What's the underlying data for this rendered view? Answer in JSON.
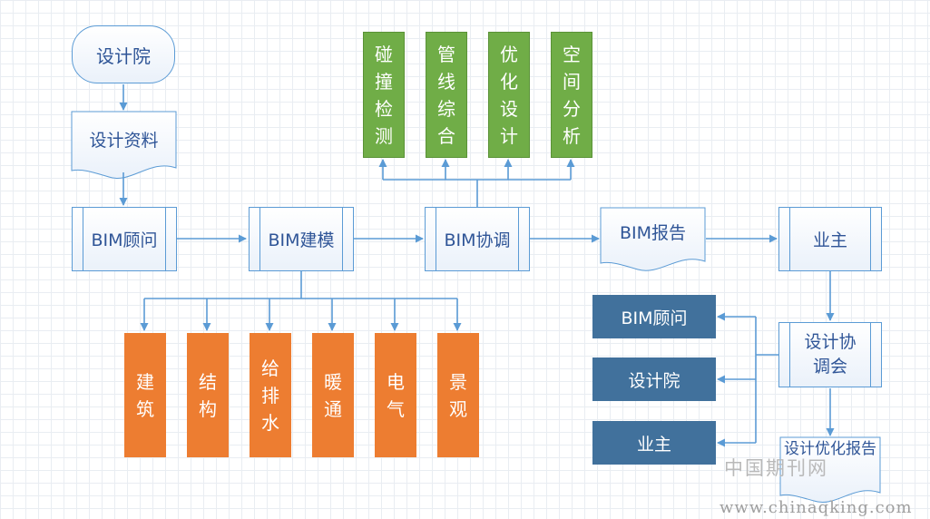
{
  "flow": {
    "design_institute_top": "设计院",
    "design_data": "设计资料",
    "bim_consultant": "BIM顾问",
    "bim_modeling": "BIM建模",
    "bim_coordination": "BIM协调",
    "bim_report": "BIM报告",
    "owner": "业主",
    "design_coord_meeting": "设计协调会",
    "design_opt_report": "设计优化报告"
  },
  "analysis": [
    "碰撞检测",
    "管线综合",
    "优化设计",
    "空间分析"
  ],
  "disciplines": [
    "建筑",
    "结构",
    "给排水",
    "暖通",
    "电气",
    "景观"
  ],
  "participants": [
    "BIM顾问",
    "设计院",
    "业主"
  ],
  "colors": {
    "line": "#5b9bd5",
    "green": "#70ad47",
    "orange": "#ed7d31",
    "navy": "#41719c",
    "text_blue": "#2f5597"
  },
  "watermark": {
    "cn": "中国期刊网",
    "url": "www.chinaqking.com"
  }
}
